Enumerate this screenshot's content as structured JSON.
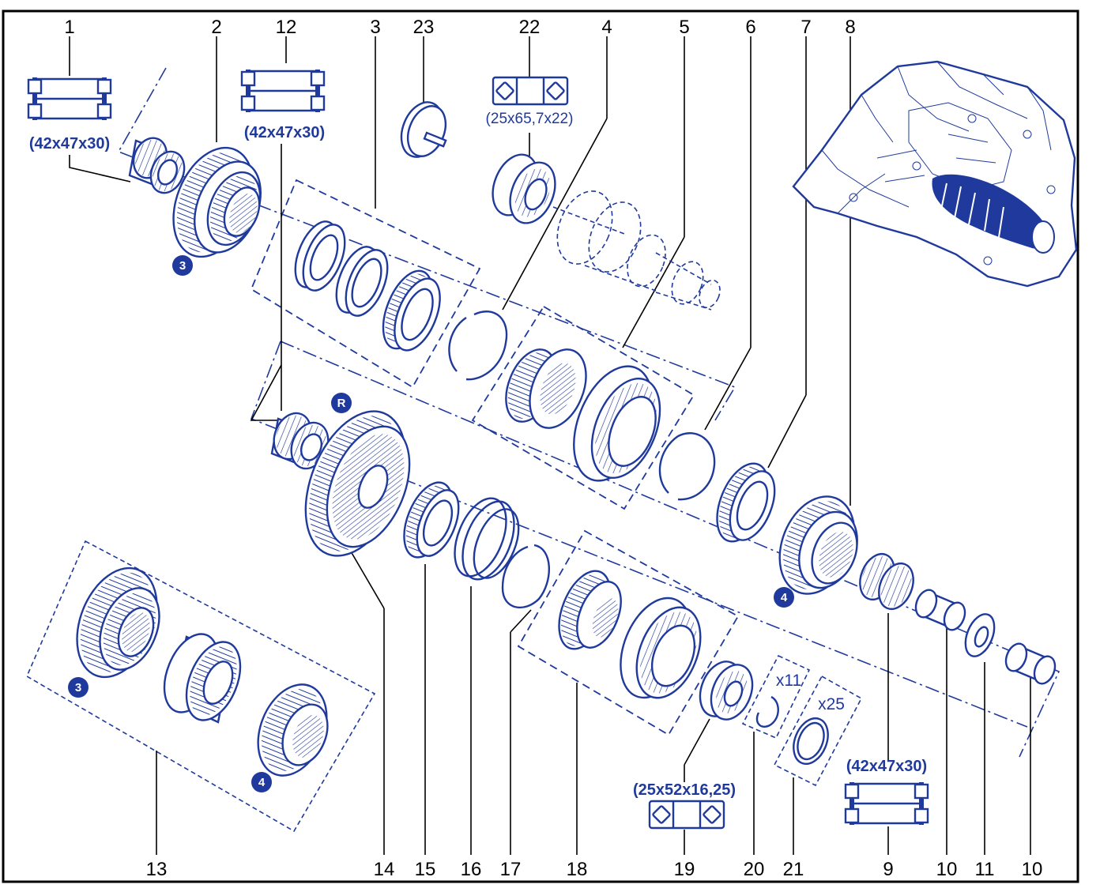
{
  "labels_top": [
    "1",
    "2",
    "12",
    "3",
    "23",
    "22",
    "4",
    "5",
    "6",
    "7",
    "8"
  ],
  "labels_bottom": [
    "13",
    "14",
    "15",
    "16",
    "17",
    "18",
    "19",
    "20",
    "21",
    "9",
    "10",
    "11",
    "10"
  ],
  "bearing_dims": {
    "b1": "(42x47x30)",
    "b12": "(42x47x30)",
    "b22": "(25x65,7x22)",
    "b19": "(25x52x16,25)",
    "b9": "(42x47x30)"
  },
  "quantities": {
    "q20": "x11",
    "q21": "x25"
  },
  "badges": {
    "gear3_top": "3",
    "reverse": "R",
    "gear4_right": "4",
    "gear3_kit": "3",
    "gear4_kit": "4"
  },
  "colors": {
    "line": "#1f3a9c",
    "leader": "#000000",
    "frame": "#000000"
  }
}
